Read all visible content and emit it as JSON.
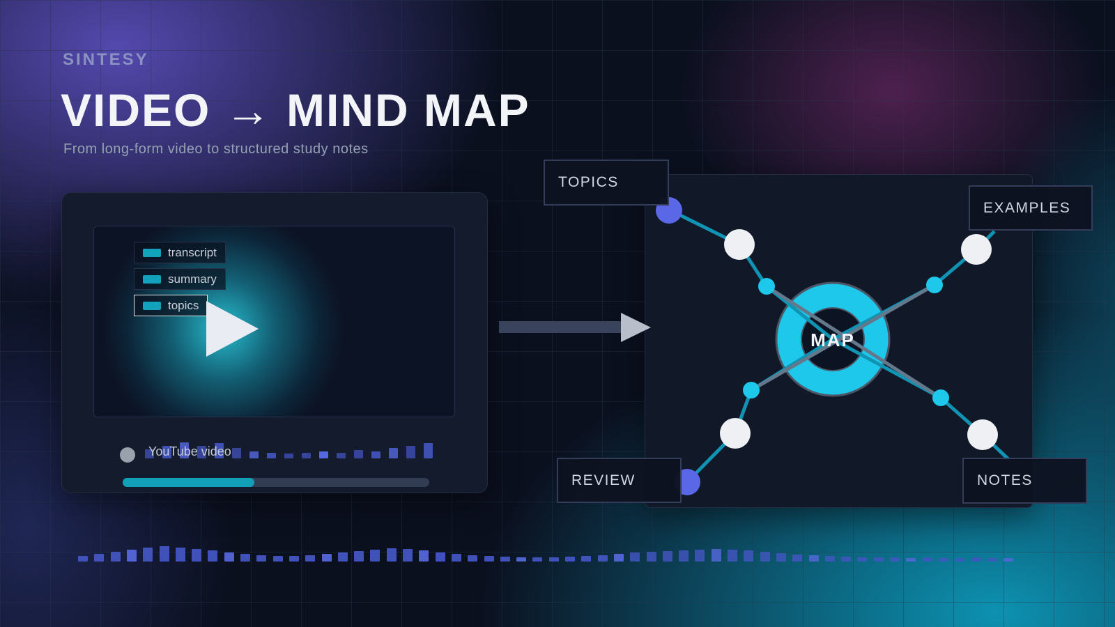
{
  "header": {
    "brand": "SINTESY",
    "title": "VIDEO → MIND MAP",
    "subtitle": "From long-form video to structured study notes"
  },
  "video_panel": {
    "tags": [
      {
        "label": "transcript"
      },
      {
        "label": "summary"
      },
      {
        "label": "topics"
      }
    ],
    "source_label": "YouTube video",
    "progress_percent": 43,
    "mini_waveform": {
      "heights": [
        13,
        18,
        23,
        18,
        22,
        15,
        10,
        8,
        7,
        8,
        10,
        8,
        12,
        10,
        15,
        18,
        22
      ]
    }
  },
  "mindmap": {
    "center_label": "MAP",
    "nodes": [
      {
        "label": "TOPICS",
        "position": "top-left"
      },
      {
        "label": "EXAMPLES",
        "position": "top-right"
      },
      {
        "label": "REVIEW",
        "position": "bottom-left"
      },
      {
        "label": "NOTES",
        "position": "bottom-right"
      }
    ]
  },
  "waveform": {
    "heights": [
      8,
      11,
      14,
      17,
      20,
      22,
      20,
      18,
      16,
      13,
      11,
      9,
      8,
      8,
      9,
      11,
      13,
      15,
      17,
      19,
      18,
      16,
      13,
      11,
      9,
      8,
      7,
      6,
      6,
      6,
      7,
      8,
      9,
      11,
      13,
      14,
      15,
      16,
      17,
      18,
      17,
      16,
      14,
      12,
      10,
      9,
      8,
      7,
      6,
      6,
      6,
      5,
      6,
      5,
      5,
      6,
      5,
      5
    ]
  },
  "colors": {
    "accent_cyan": "#1dc8ea",
    "accent_teal": "#1193b4",
    "accent_indigo": "#5a67e6",
    "bar_blue": "#4355c2",
    "progress_teal": "#11a0b8",
    "glow_purple": "#584cb6",
    "glow_plum": "#7a2c6e"
  }
}
